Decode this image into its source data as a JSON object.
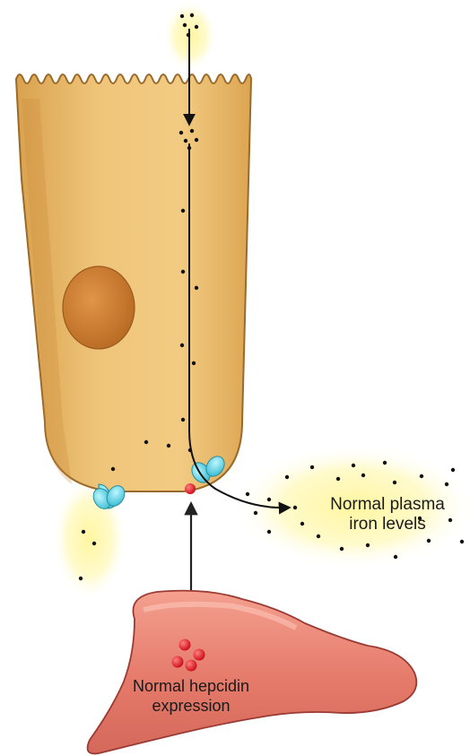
{
  "labels": {
    "plasma_line1": "Normal plasma",
    "plasma_line2": "iron levels",
    "hepcidin_line1": "Normal hepcidin",
    "hepcidin_line2": "expression"
  },
  "colors": {
    "cell_fill": "#e8b865",
    "cell_stroke": "#9a6a2a",
    "nucleus": "#c8782c",
    "glow": "#fff59a",
    "ferroportin": "#56d8e8",
    "hepcidin": "#e0202a",
    "liver_fill": "#e88070",
    "liver_stroke": "#9b3b33",
    "iron_dot": "#111111"
  }
}
